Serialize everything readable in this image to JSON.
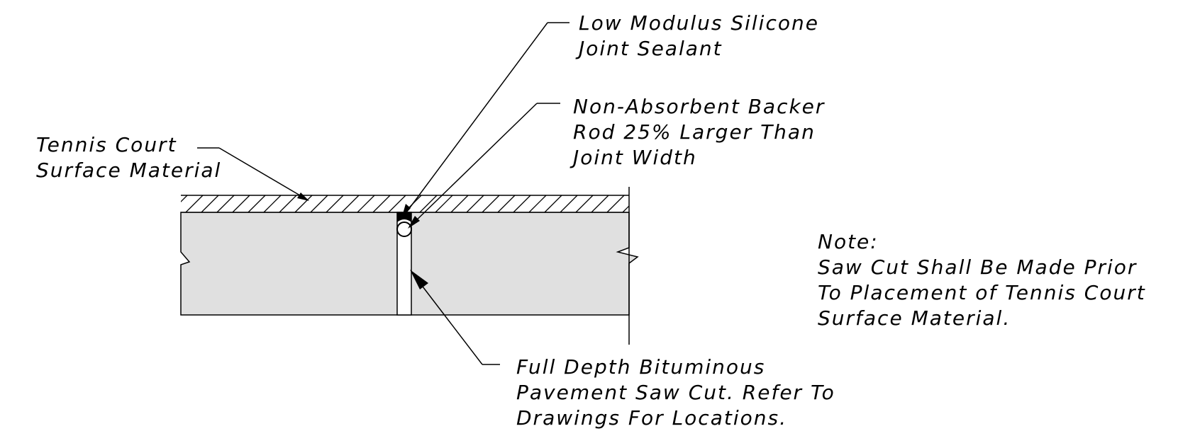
{
  "callouts": {
    "sealant": {
      "line1": "Low Modulus Silicone",
      "line2": "Joint Sealant"
    },
    "backer_rod": {
      "line1": "Non-Absorbent Backer",
      "line2": "Rod 25% Larger Than",
      "line3": "Joint Width"
    },
    "surface": {
      "line1": "Tennis Court",
      "line2": "Surface Material"
    },
    "saw_cut": {
      "line1": "Full Depth Bituminous",
      "line2": "Pavement Saw Cut. Refer To",
      "line3": "Drawings For Locations."
    }
  },
  "note": {
    "heading": "Note:",
    "line1": "Saw Cut Shall Be Made Prior",
    "line2": "To Placement of Tennis Court",
    "line3": "Surface Material."
  },
  "colors": {
    "line": "#000000",
    "pavement_fill": "#e0e0e0",
    "background": "#ffffff"
  }
}
